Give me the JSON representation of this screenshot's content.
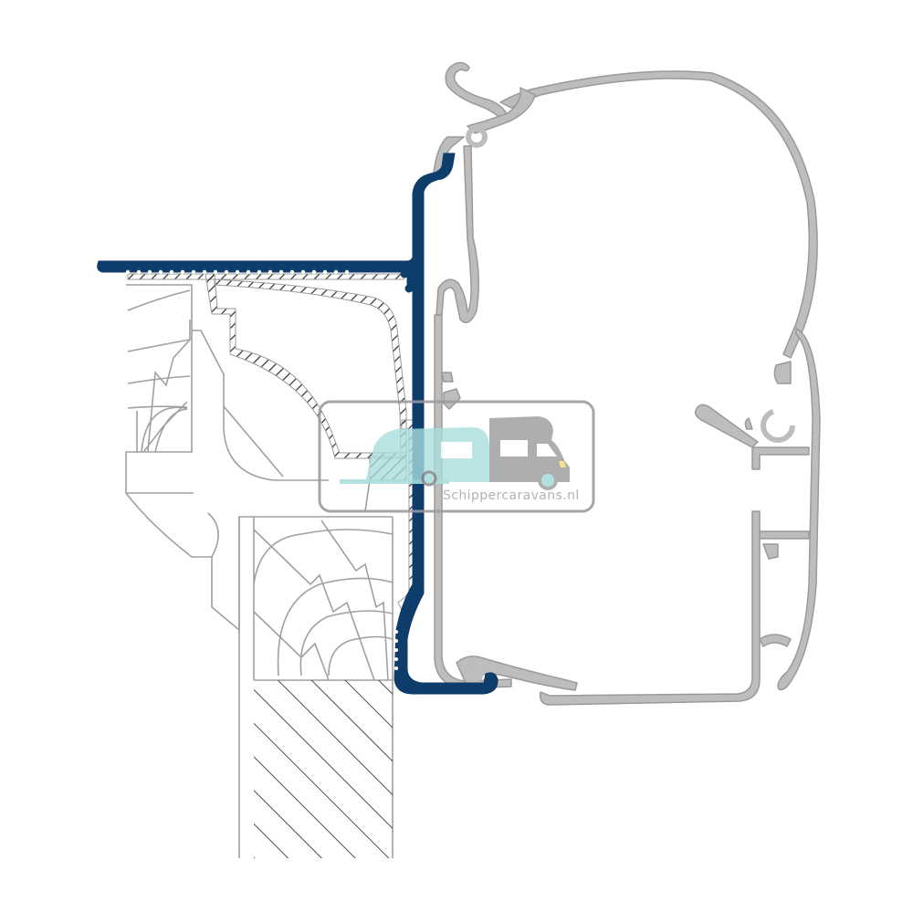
{
  "diagram": {
    "subject": "awning adapter rail cross-section",
    "colors": {
      "adapter_profile": "#0f3d6b",
      "awning_profile": "#bdbdbd",
      "awning_outline": "#9a9a9a",
      "structure_lines": "#9e9e9e",
      "hatch": "#2b2b2b",
      "background": "#ffffff"
    },
    "parts": [
      {
        "id": "adapter-profile",
        "label": "adapter rail (blue)"
      },
      {
        "id": "awning-casing",
        "label": "awning casing (grey)"
      },
      {
        "id": "roof-gutter",
        "label": "hatched roof gutter section"
      },
      {
        "id": "wall-section",
        "label": "vehicle wall section"
      }
    ]
  },
  "watermark": {
    "text": "Schippercaravans.nl",
    "colors": {
      "caravan": "#a8dede",
      "camper": "#a3a3a3",
      "headlight": "#f2e27a",
      "frame": "#9a9a9a",
      "text": "#a9a9a9"
    }
  }
}
